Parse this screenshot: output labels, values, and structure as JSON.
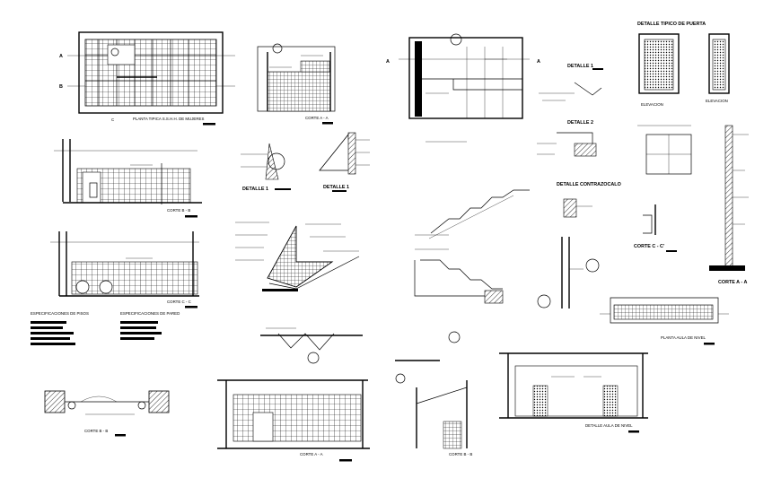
{
  "sheet": {
    "titles": {
      "plan_restroom": "PLANTA TIPICA S.S.H.H. DE MUJERES",
      "corte_aa_top": "CORTE A - A",
      "corte_bb": "CORTE B - B",
      "corte_cc": "CORTE C - C",
      "detalle_1_left": "DETALLE 1",
      "detalle_1_right": "DETALLE 1",
      "detalle_2": "DETALLE 2",
      "detalle_contrazocalo": "DETALLE CONTRAZOCALO",
      "detalle_puerta": "DETALLE TIPICO DE PUERTA",
      "elevacion_1": "ELEVACION",
      "elevacion_2": "ELEVACION",
      "corte_cc_prime": "CORTE C - C'",
      "corte_aa_right": "CORTE A - A",
      "planta_aula": "PLANTA AULA DE NIVEL",
      "spec_pisos": "ESPECIFICACIONES DE PISOS",
      "spec_pared": "ESPECIFICACIONES DE PARED",
      "corte_bottom_left": "CORTE B - B",
      "corte_bottom_mid": "CORTE A - A",
      "corte_bottom_stair": "CORTE B - B",
      "detalle_aula": "DETALLE AULA DE NIVEL"
    },
    "axis_labels": {
      "a": "A",
      "b": "B",
      "c": "C"
    }
  }
}
